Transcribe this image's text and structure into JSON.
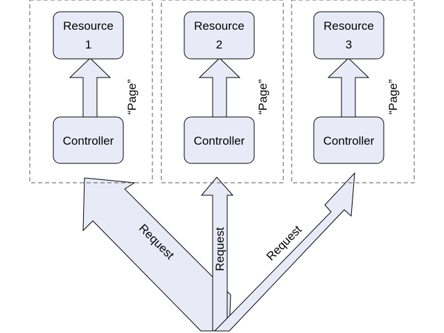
{
  "groups": [
    {
      "resource_line1": "Resource",
      "resource_line2": "1",
      "controller": "Controller",
      "page_label": "“Page”"
    },
    {
      "resource_line1": "Resource",
      "resource_line2": "2",
      "controller": "Controller",
      "page_label": "“Page”"
    },
    {
      "resource_line1": "Resource",
      "resource_line2": "3",
      "controller": "Controller",
      "page_label": "“Page”"
    }
  ],
  "requests": [
    {
      "label": "Request"
    },
    {
      "label": "Request"
    },
    {
      "label": "Request"
    }
  ]
}
